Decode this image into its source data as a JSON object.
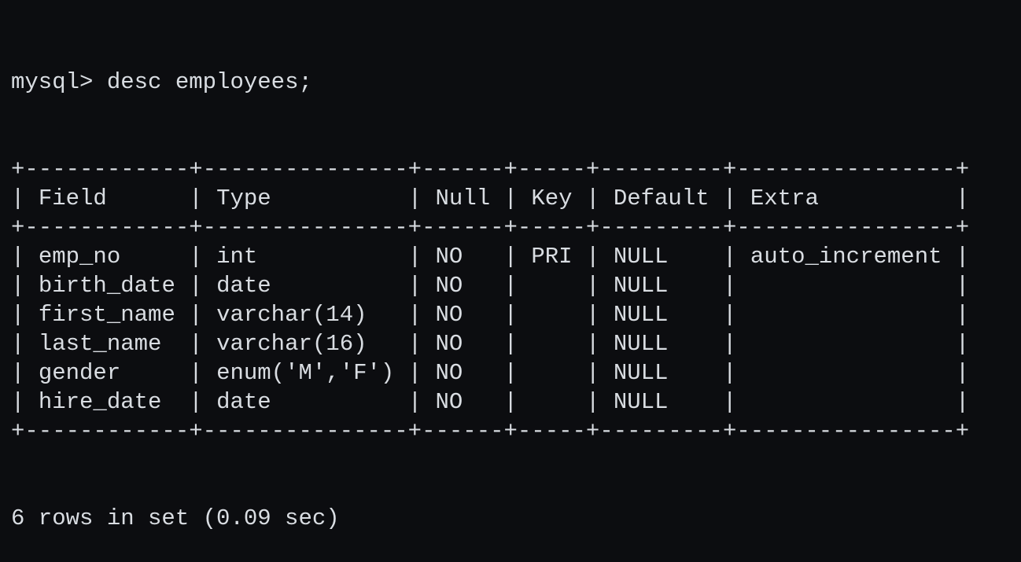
{
  "terminal": {
    "prompt": "mysql> ",
    "command": "desc employees;",
    "columns": [
      "Field",
      "Type",
      "Null",
      "Key",
      "Default",
      "Extra"
    ],
    "rows": [
      [
        "emp_no",
        "int",
        "NO",
        "PRI",
        "NULL",
        "auto_increment"
      ],
      [
        "birth_date",
        "date",
        "NO",
        "",
        "NULL",
        ""
      ],
      [
        "first_name",
        "varchar(14)",
        "NO",
        "",
        "NULL",
        ""
      ],
      [
        "last_name",
        "varchar(16)",
        "NO",
        "",
        "NULL",
        ""
      ],
      [
        "gender",
        "enum('M','F')",
        "NO",
        "",
        "NULL",
        ""
      ],
      [
        "hire_date",
        "date",
        "NO",
        "",
        "NULL",
        ""
      ]
    ],
    "footer": "6 rows in set (0.09 sec)",
    "colors": {
      "background": "#0c0d10",
      "text": "#d9dde2"
    }
  }
}
